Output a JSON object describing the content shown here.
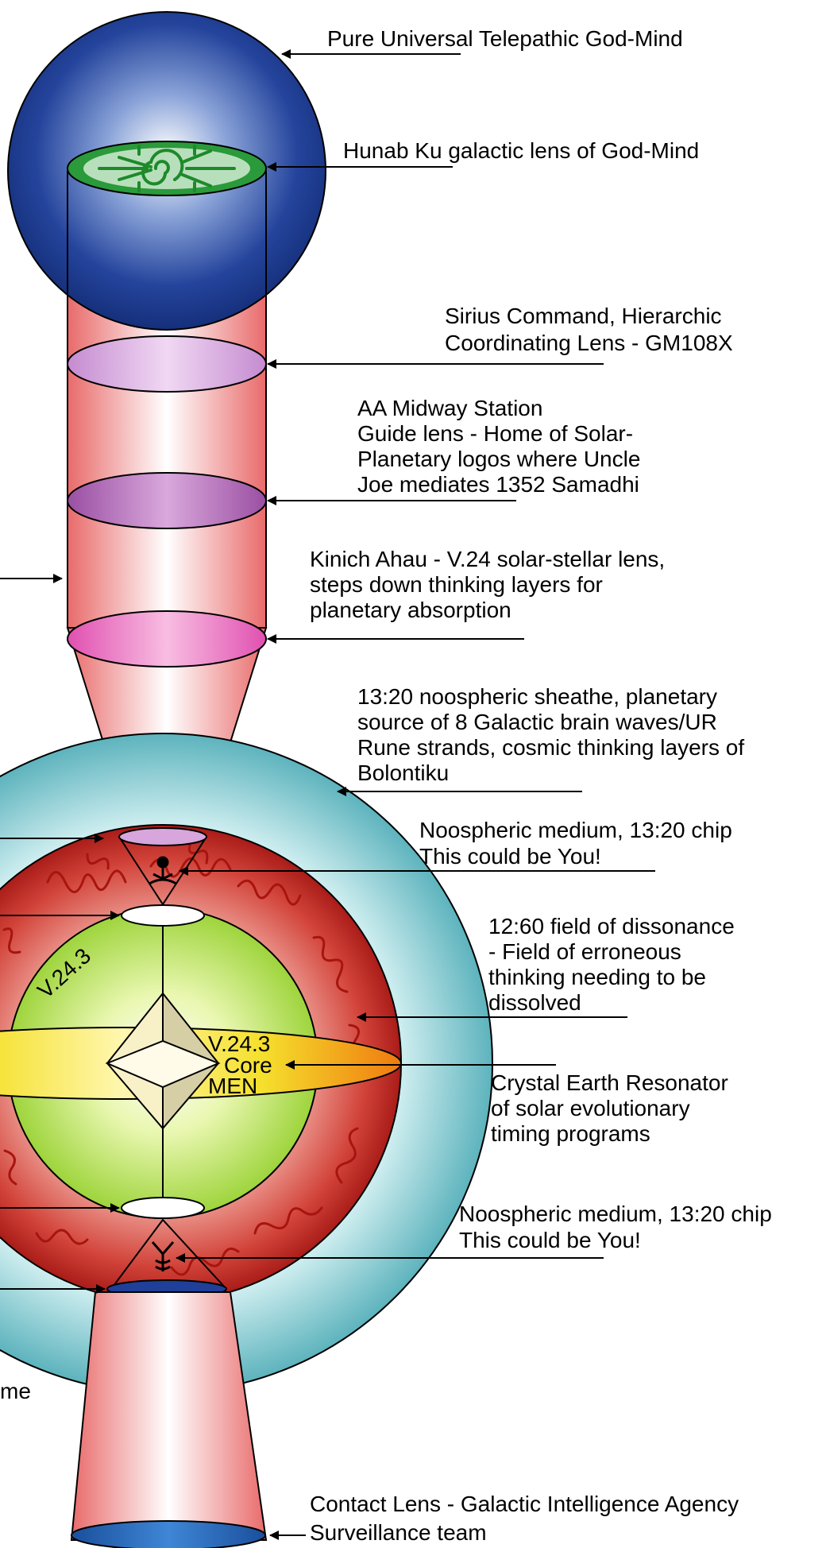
{
  "labels": {
    "god_mind": "Pure Universal Telepathic God-Mind",
    "hunab_ku": "Hunab Ku galactic lens of God-Mind",
    "sirius": [
      "Sirius Command, Hierarchic",
      "Coordinating Lens - GM108X"
    ],
    "aa_midway": [
      "AA Midway Station",
      "Guide lens - Home of Solar-",
      "Planetary logos where Uncle",
      "Joe mediates 1352 Samadhi"
    ],
    "kinich_ahau": [
      "Kinich Ahau - V.24 solar-stellar lens,",
      "steps down thinking layers for",
      "planetary absorption"
    ],
    "noosphere_sheathe": [
      "13:20 noospheric sheathe, planetary",
      "source of 8 Galactic brain waves/UR",
      "Rune strands, cosmic thinking layers of",
      "Bolontiku"
    ],
    "noospheric_upper": [
      "Noospheric medium, 13:20 chip",
      "This could be You!"
    ],
    "dissonance": [
      "12:60 field of dissonance",
      "- Field of erroneous",
      "thinking needing to be",
      "dissolved"
    ],
    "crystal_earth": [
      "Crystal Earth Resonator",
      "of solar evolutionary",
      "timing programs"
    ],
    "noospheric_lower": [
      "Noospheric medium, 13:20 chip",
      "This could be You!"
    ],
    "contact_lens": [
      "Contact Lens - Galactic Intelligence Agency",
      "Surveillance team"
    ],
    "left_fragment": "me",
    "v243_arc": "V.24.3",
    "core": [
      "V.24.3",
      "Core",
      "MEN"
    ]
  },
  "icons": {
    "upper_chip": "meditator-icon",
    "lower_chip": "caduceus-glyph-icon",
    "hunab_ku": "hunab-ku-symbol-icon"
  },
  "colors": {
    "god_mind_sphere": "#1f3f98",
    "hunab_lens": "#2a9a3a",
    "sirius_lens": "#d7a6dc",
    "aa_lens": "#b56ab8",
    "kinich_lens": "#ea6fbd",
    "sheath": "#7dc4cc",
    "dissonance_field": "#c9302a",
    "core_sphere": "#bde05a",
    "crystal_band": "#f2d428",
    "contact_lens": "#1f5fb0",
    "column": "#f28a8a"
  }
}
